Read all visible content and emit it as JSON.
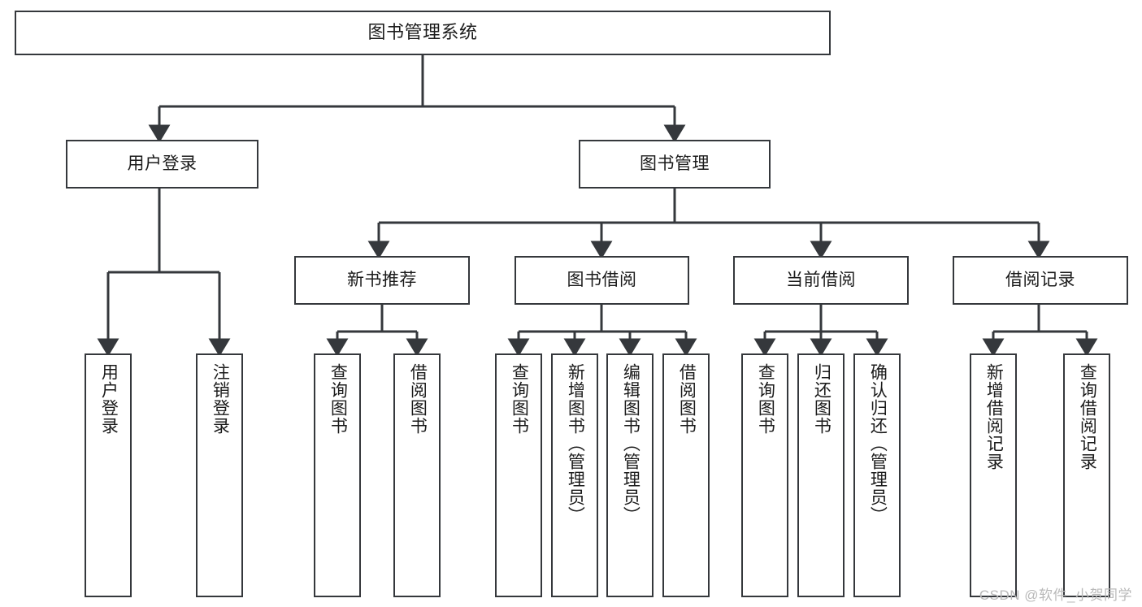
{
  "diagram": {
    "title": "图书管理系统",
    "type": "hierarchy-tree",
    "style": {
      "box_border_color": "#35383c",
      "box_fill_color": "#ffffff",
      "line_color": "#35383c",
      "text_color": "#1b1b1b",
      "background_color": "#ffffff"
    },
    "root": {
      "label": "图书管理系统"
    },
    "level2": [
      {
        "label": "用户登录"
      },
      {
        "label": "图书管理"
      }
    ],
    "level3": [
      {
        "label": "新书推荐"
      },
      {
        "label": "图书借阅"
      },
      {
        "label": "当前借阅"
      },
      {
        "label": "借阅记录"
      }
    ],
    "leaves": {
      "user_login": [
        {
          "label": "用户登录"
        },
        {
          "label": "注销登录"
        }
      ],
      "new_book_recommend": [
        {
          "label": "查询图书"
        },
        {
          "label": "借阅图书"
        }
      ],
      "book_borrow": [
        {
          "label": "查询图书"
        },
        {
          "label": "新增图书（管理员）"
        },
        {
          "label": "编辑图书（管理员）"
        },
        {
          "label": "借阅图书"
        }
      ],
      "current_borrow": [
        {
          "label": "查询图书"
        },
        {
          "label": "归还图书"
        },
        {
          "label": "确认归还（管理员）"
        }
      ],
      "borrow_record": [
        {
          "label": "新增借阅记录"
        },
        {
          "label": "查询借阅记录"
        }
      ]
    }
  },
  "watermark": {
    "text": "CSDN @软件_小贺同学"
  }
}
